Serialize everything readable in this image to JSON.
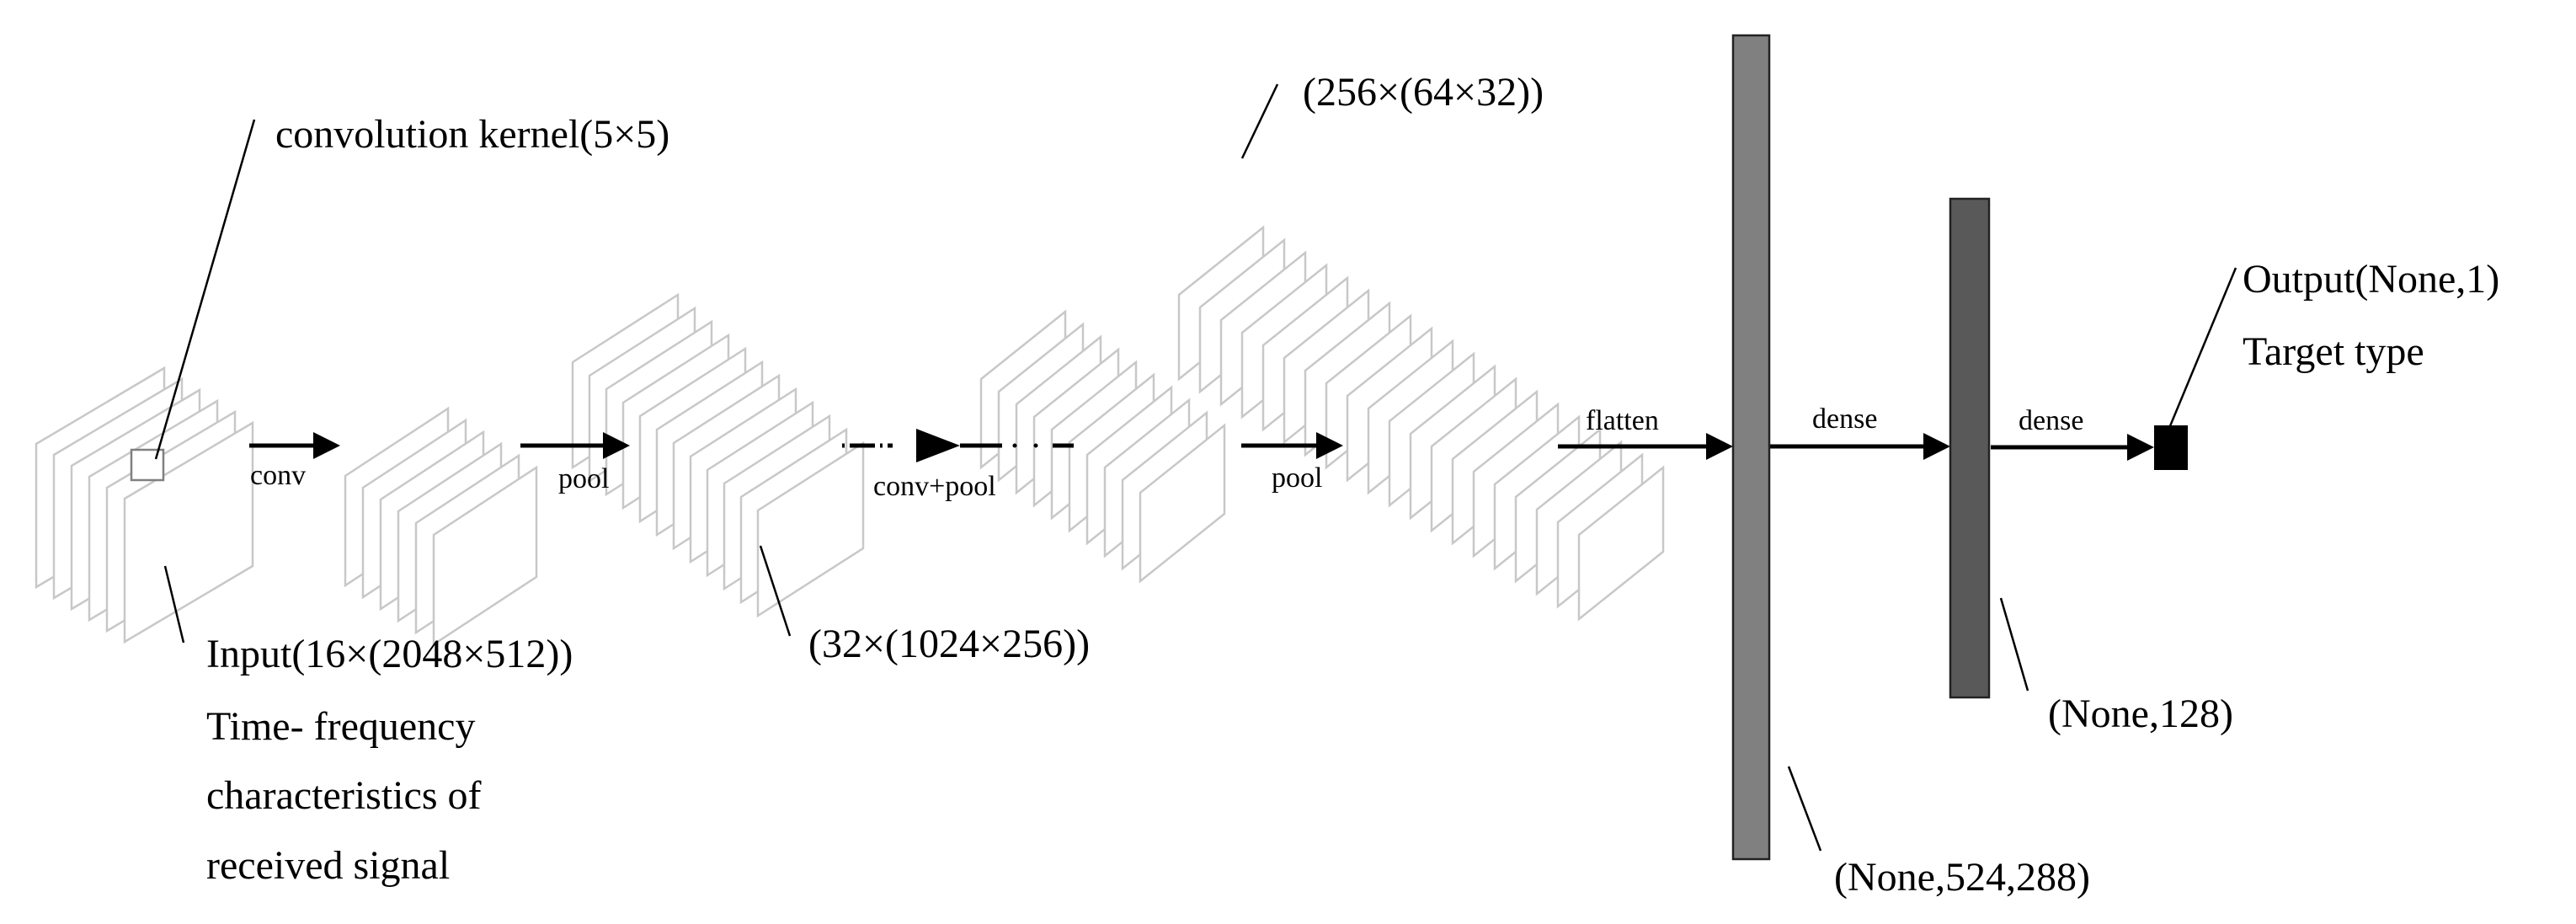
{
  "labels": {
    "kernel": "convolution kernel(5×5)",
    "input_line1": "Input(16×(2048×512))",
    "input_line2": "Time- frequency",
    "input_line3": "characteristics of",
    "input_line4": "received signal",
    "conv": "conv",
    "pool1": "pool",
    "shape_32": "(32×(1024×256))",
    "convpool": "conv+pool",
    "shape_256": "(256×(64×32))",
    "pool2": "pool",
    "flatten": "flatten",
    "dense1": "dense",
    "dense2": "dense",
    "shape_flat": "(None,524,288)",
    "shape_128": "(None,128)",
    "output_line1": "Output(None,1)",
    "output_line2": "Target type"
  },
  "colors": {
    "sheet_border": "#c8c8c8",
    "flatten_bar": "#808080",
    "dense_bar": "#595959",
    "output_node": "#000000",
    "arrow": "#000000"
  }
}
